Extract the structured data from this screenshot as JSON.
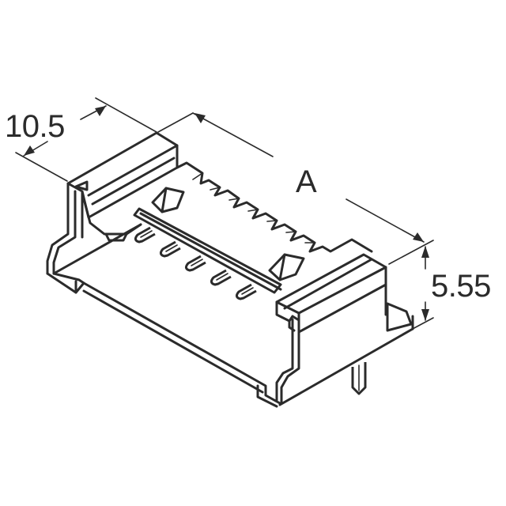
{
  "diagram": {
    "subject": "right-angle wire-to-board connector header, isometric view",
    "pin_count_visible": 5,
    "line_color": "#2b2b2b",
    "background": "#ffffff"
  },
  "dimensions": {
    "depth": {
      "label": "10.5"
    },
    "length": {
      "label": "A"
    },
    "height": {
      "label": "5.55"
    }
  }
}
